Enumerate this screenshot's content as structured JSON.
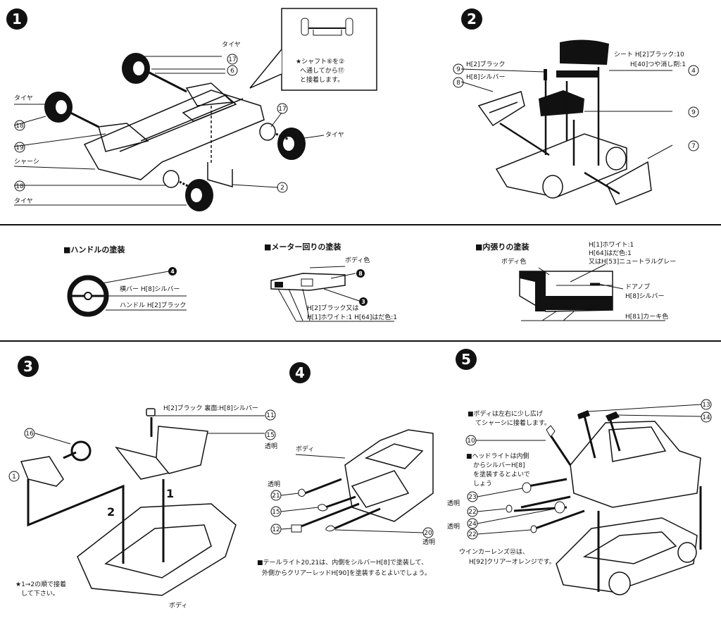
{
  "steps": {
    "s1": "1",
    "s2": "2",
    "s3": "3",
    "s4": "4",
    "s5": "5"
  },
  "step1": {
    "tire": "タイヤ",
    "chassis": "シャーシ",
    "p17a": "17",
    "p6": "6",
    "p17b": "17",
    "p18a": "18",
    "p19": "19",
    "p18b": "18",
    "p2": "2",
    "note1": "★シャフト⑥を②",
    "note2": "へ通してから⑰",
    "note3": "と接着します。"
  },
  "step2": {
    "h2black": "H[2]ブラック",
    "h8silver": "H[8]シルバー",
    "p9a": "9",
    "p8": "8",
    "p4": "4",
    "p9b": "9",
    "p7": "7",
    "seat1": "シート H[2]ブラック:10",
    "seat2": "H[40]つや消し剤:1"
  },
  "paint": {
    "handle_title": "■ハンドルの塗装",
    "handle_p": "4",
    "handle_bar": "横バー H[8]シルバー",
    "handle_main": "ハンドル H[2]ブラック",
    "meter_title": "■メーター回りの塗装",
    "meter_body": "ボディ色",
    "meter_p8": "8",
    "meter_p3": "3",
    "meter_c1": "H[2]ブラック又は",
    "meter_c2": "H[1]ホワイト:1 H[64]はだ色:1",
    "interior_title": "■内張りの塗装",
    "int_c1": "H[1]ホワイト:1",
    "int_c2": "H[64]はだ色:1",
    "int_c3": "又はH[53]ニュートラルグレー",
    "int_body": "ボディ色",
    "int_knob1": "ドアノブ",
    "int_knob2": "H[8]シルバー",
    "int_khaki": "H[81]カーキ色"
  },
  "step3": {
    "p16": "16",
    "p1": "1",
    "p11": "11",
    "p15": "15",
    "clear": "透明",
    "colors": "H[2]ブラック 裏面:H[8]シルバー",
    "arrow1": "1",
    "arrow2": "2",
    "note1": "★1→2の順で接着",
    "note2": "して下さい。",
    "body": "ボディ"
  },
  "step4": {
    "body": "ボディ",
    "clear1": "透明",
    "p21": "21",
    "p15": "15",
    "p12": "12",
    "p20": "20",
    "clear2": "透明",
    "note1": "■テールライト20,21は、内側をシルバーH[8]で塗装して、",
    "note2": "外側からクリアーレッドH[90]を塗装するとよいでしょう。"
  },
  "step5": {
    "note1a": "■ボディは左右に少し広げ",
    "note1b": "てシャーシに接着します。",
    "p10": "10",
    "note2a": "■ヘッドライトは内側",
    "note2b": "からシルバーH[8]",
    "note2c": "を塗装するとよいで",
    "note2d": "しょう",
    "p13": "13",
    "p14": "14",
    "p23": "23",
    "p22a": "22",
    "p24": "24",
    "p22b": "22",
    "clear1": "透明",
    "clear2": "透明",
    "note3a": "ウインカーレンズ㉒は、",
    "note3b": "H[92]クリアーオレンジです。"
  }
}
